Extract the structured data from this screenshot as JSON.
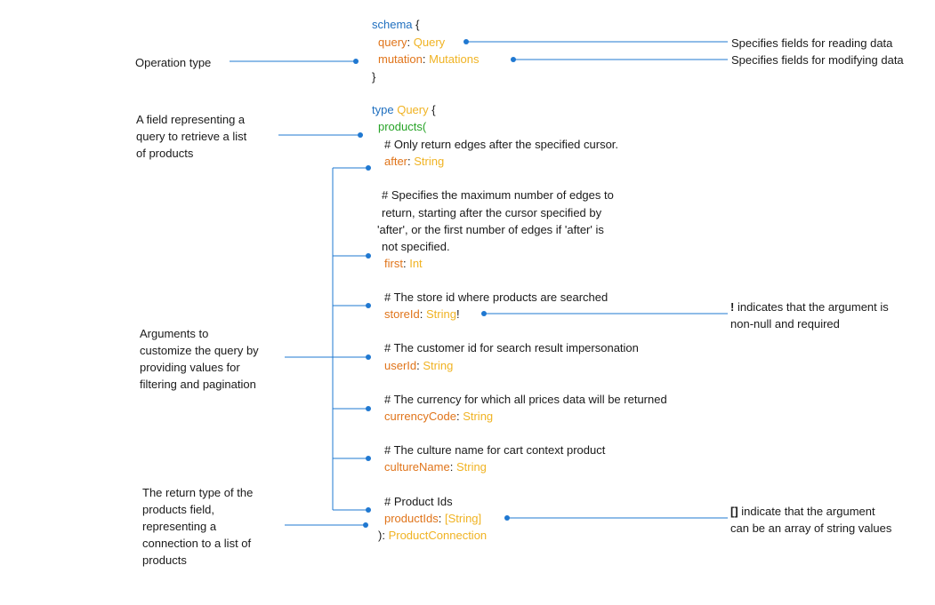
{
  "colors": {
    "keyword": "#1f6fbf",
    "type": "#f0b323",
    "field": "#e0741a",
    "argument_field": "#27a327",
    "text": "#1a1a1a",
    "connector": "#1f78d1"
  },
  "code": {
    "schema_kw": "schema",
    "open_brace": "{",
    "close_brace": "}",
    "query_field": "query",
    "query_type": "Query",
    "mutation_field": "mutation",
    "mutation_type": "Mutations",
    "type_kw": "type",
    "type_name": "Query",
    "products_field": "products(",
    "colon": ":",
    "after_comment": "# Only return edges after the specified cursor.",
    "after_field": "after",
    "after_type": "String",
    "first_comment": [
      "# Specifies the maximum number of edges to",
      "return, starting after the cursor specified by",
      "'after', or the first number of edges if 'after' is",
      "not specified."
    ],
    "first_field": "first",
    "first_type": "Int",
    "storeid_comment": "# The store id where products are searched",
    "storeid_field": "storeId",
    "storeid_type": "String",
    "bang": "!",
    "userid_comment": "# The customer id for search result impersonation",
    "userid_field": "userId",
    "userid_type": "String",
    "currency_comment": "# The currency for which all prices data will be returned",
    "currency_field": "currencyCode",
    "currency_type": "String",
    "culture_comment": "# The culture name for cart context product",
    "culture_field": "cultureName",
    "culture_type": "String",
    "productids_comment": "# Product Ids",
    "productids_field": "productIds",
    "productids_open": "[",
    "productids_type": "String",
    "productids_close": "]",
    "return_close": "):",
    "return_type": "ProductConnection"
  },
  "annotations": {
    "operation_type": "Operation type",
    "reading": "Specifies fields for reading data",
    "modifying": "Specifies fields for modifying data",
    "products_field": [
      "A field representing a",
      "query to retrieve a list",
      "of products"
    ],
    "arguments": [
      "Arguments to",
      "customize the query by",
      "providing values for",
      "filtering and pagination"
    ],
    "nonnull_mark": "!",
    "nonnull": [
      " indicates that the argument is",
      "non-null and required"
    ],
    "array_mark": "[]",
    "array": [
      " indicate that the argument",
      "can be an array of string values"
    ],
    "return_type": [
      "The return type of the",
      "products field,",
      "representing a",
      "connection to a list of",
      "products"
    ]
  }
}
